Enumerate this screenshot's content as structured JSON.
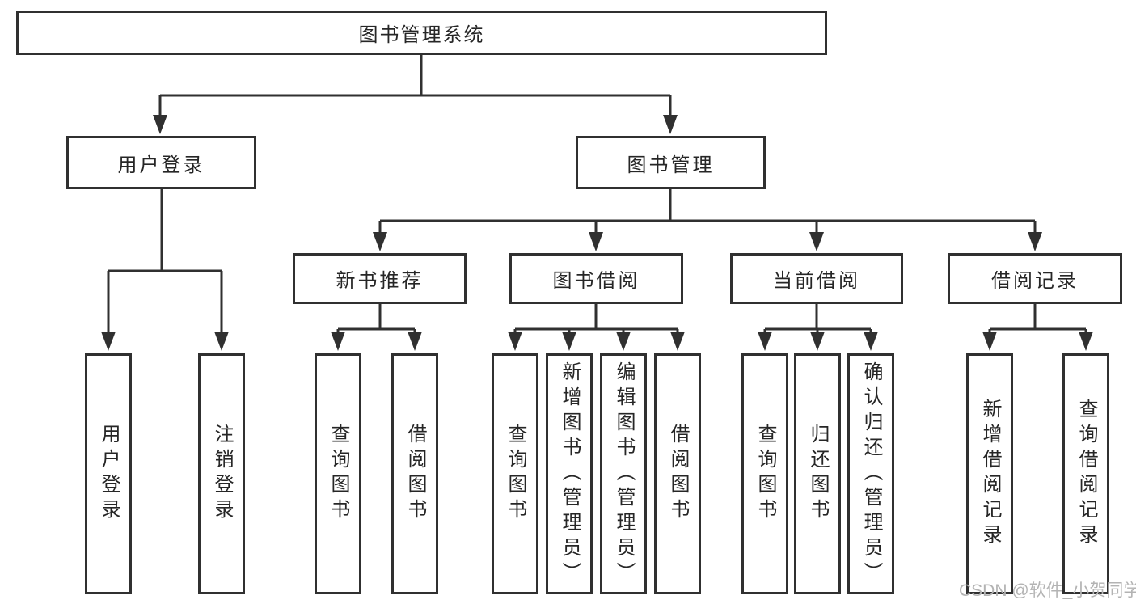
{
  "diagram": {
    "root": {
      "label": "图书管理系统"
    },
    "branches": [
      {
        "label": "用户登录",
        "leaves": [
          {
            "label": "用户登录"
          },
          {
            "label": "注销登录"
          }
        ]
      },
      {
        "label": "图书管理",
        "groups": [
          {
            "label": "新书推荐",
            "leaves": [
              {
                "label": "查询图书"
              },
              {
                "label": "借阅图书"
              }
            ]
          },
          {
            "label": "图书借阅",
            "leaves": [
              {
                "label": "查询图书"
              },
              {
                "label": "新增图书（管理员）"
              },
              {
                "label": "编辑图书（管理员）"
              },
              {
                "label": "借阅图书"
              }
            ]
          },
          {
            "label": "当前借阅",
            "leaves": [
              {
                "label": "查询图书"
              },
              {
                "label": "归还图书"
              },
              {
                "label": "确认归还（管理员）"
              }
            ]
          },
          {
            "label": "借阅记录",
            "leaves": [
              {
                "label": "新增借阅记录"
              },
              {
                "label": "查询借阅记录"
              }
            ]
          }
        ]
      }
    ]
  },
  "watermark": {
    "text": "CSDN @软件_小贺同学"
  },
  "colors": {
    "line": "#303030",
    "box_border": "#303030",
    "text": "#262626",
    "background": "#ffffff",
    "watermark": "#b3b3b3"
  }
}
